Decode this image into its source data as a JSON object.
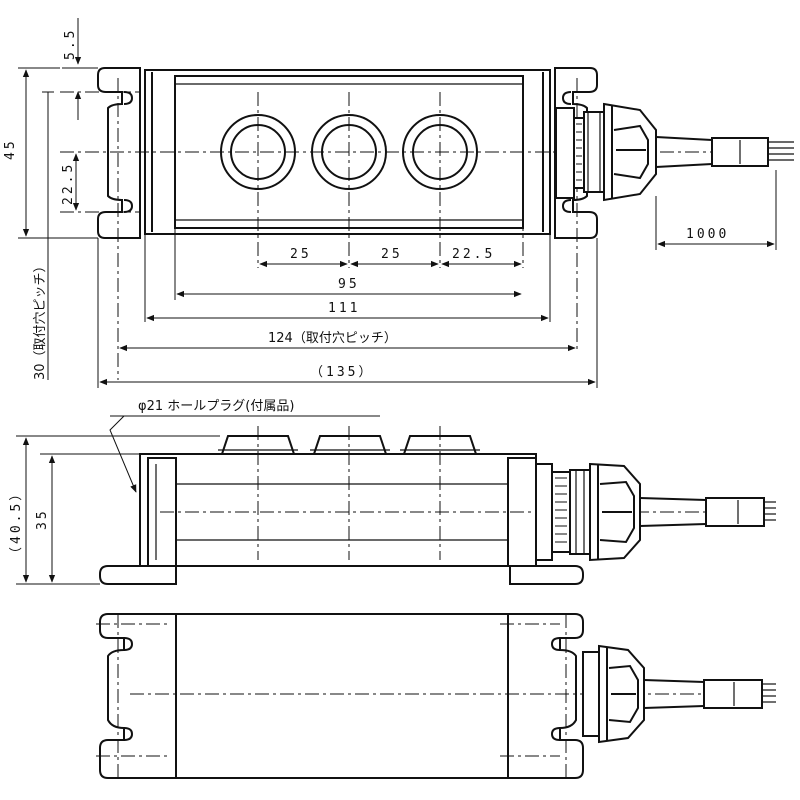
{
  "dimensions": {
    "top_offset": "5.5",
    "height_45": "45",
    "height_22_5": "22.5",
    "pitch_vertical": "30（取付穴ピッチ）",
    "pitch_1": "25",
    "pitch_2": "25",
    "pitch_3": "22.5",
    "span_95": "95",
    "span_111": "111",
    "span_124": "124（取付穴ピッチ）",
    "span_135": "（135）",
    "cable_length": "1000",
    "side_total": "（40.5）",
    "side_body": "35"
  },
  "notes": {
    "hole_plug": "φ21 ホールプラグ(付属品)"
  }
}
